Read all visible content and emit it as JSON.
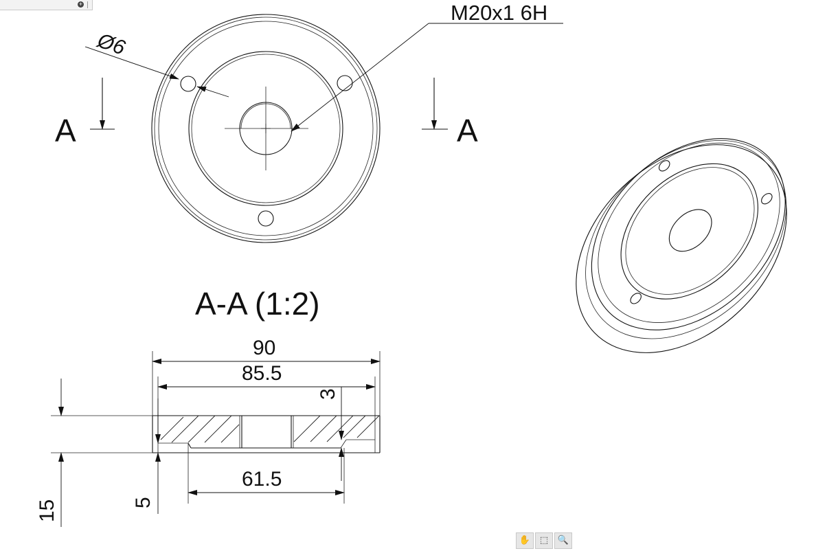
{
  "labels": {
    "thread": "M20x1 6H",
    "hole_dia": "Ø6",
    "section_left": "A",
    "section_right": "A",
    "section_title": "A-A (1:2)",
    "dim_outer": "90",
    "dim_inner": "85.5",
    "dim_depth_small": "3",
    "dim_recess": "61.5",
    "dim_height": "15",
    "dim_step": "5"
  },
  "toolbar": {
    "tools": [
      {
        "name": "pan-hand-icon",
        "glyph": "✋"
      },
      {
        "name": "zoom-region-icon",
        "glyph": "⬚"
      },
      {
        "name": "zoom-icon",
        "glyph": "🔍"
      }
    ]
  },
  "corner_tab": {
    "glyph": "+"
  }
}
